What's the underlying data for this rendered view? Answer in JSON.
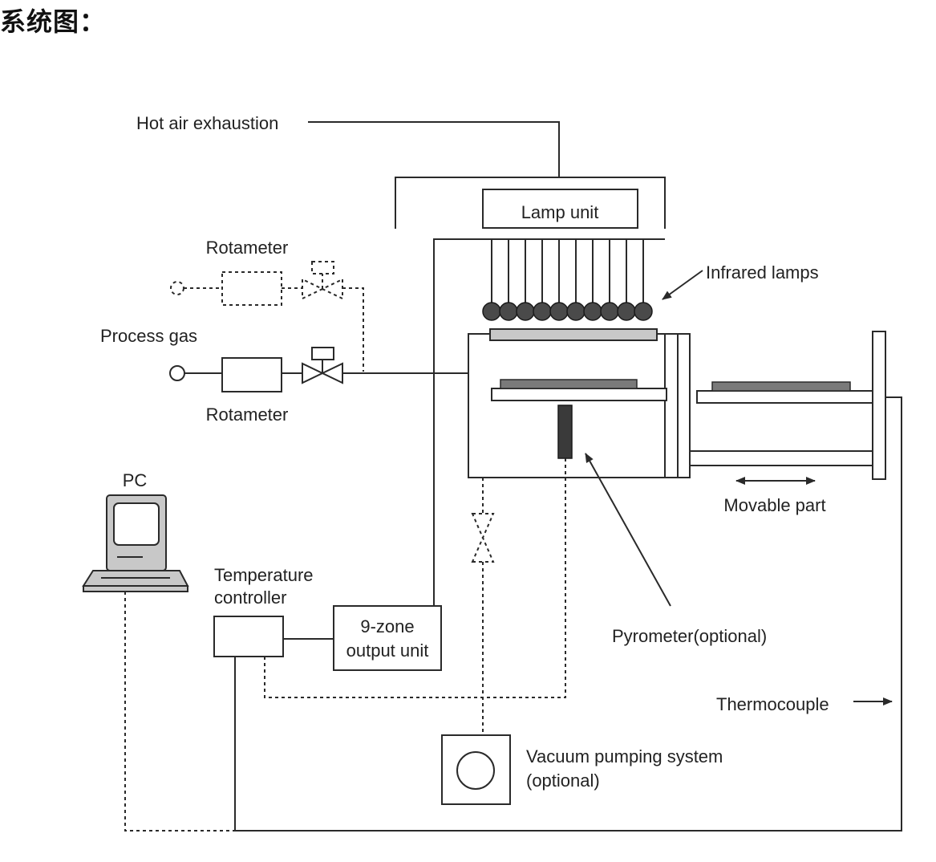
{
  "page": {
    "title": "系统图："
  },
  "labels": {
    "hot_air": "Hot air exhaustion",
    "lamp_unit": "Lamp unit",
    "rotameter_top": "Rotameter",
    "infrared_lamps": "Infrared lamps",
    "process_gas": "Process gas",
    "rotameter_bottom": "Rotameter",
    "pc": "PC",
    "movable_part": "Movable part",
    "temp_controller_line1": "Temperature",
    "temp_controller_line2": "controller",
    "zone_line1": "9-zone",
    "zone_line2": "output unit",
    "pyrometer": "Pyrometer(optional)",
    "thermocouple": "Thermocouple",
    "vacuum_line1": "Vacuum pumping system",
    "vacuum_line2": "(optional)"
  }
}
